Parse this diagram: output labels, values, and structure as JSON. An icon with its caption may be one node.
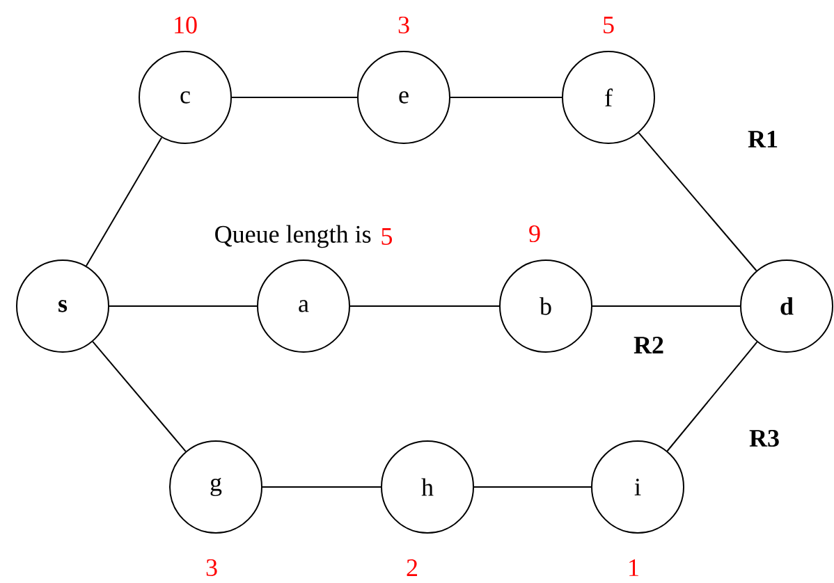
{
  "diagram": {
    "nodes": [
      {
        "text": [
          "c"
        ],
        "beside": [
          "10"
        ]
      },
      {
        "text": [
          "e"
        ],
        "beside": [
          "3"
        ]
      },
      {
        "text": [
          "f"
        ],
        "beside": [
          "5"
        ]
      },
      {
        "text": [
          "s"
        ]
      },
      {
        "text": [
          "a"
        ],
        "beside": [
          "Queue length is",
          "5"
        ]
      },
      {
        "text": [
          "b"
        ],
        "beside": [
          "9"
        ]
      },
      {
        "text": [
          "d"
        ]
      },
      {
        "text": [
          "g"
        ],
        "beside": [
          "3"
        ]
      },
      {
        "text": [
          "h"
        ],
        "beside": [
          "2"
        ]
      },
      {
        "text": [
          "i"
        ],
        "beside": [
          "1"
        ]
      }
    ],
    "edges": [
      {
        "from": 3,
        "to": 0,
        "arrow": "none"
      },
      {
        "from": 0,
        "to": 1,
        "arrow": "none"
      },
      {
        "from": 1,
        "to": 2,
        "arrow": "none"
      },
      {
        "from": 2,
        "to": 6,
        "arrow": "none"
      },
      {
        "from": 3,
        "to": 4,
        "arrow": "none"
      },
      {
        "from": 4,
        "to": 5,
        "arrow": "none"
      },
      {
        "from": 5,
        "to": 6,
        "arrow": "none"
      },
      {
        "from": 3,
        "to": 7,
        "arrow": "none"
      },
      {
        "from": 7,
        "to": 8,
        "arrow": "none"
      },
      {
        "from": 8,
        "to": 9,
        "arrow": "none"
      },
      {
        "from": 9,
        "to": 6,
        "arrow": "none"
      }
    ],
    "labels": [
      "R1",
      "R2",
      "R3"
    ]
  }
}
